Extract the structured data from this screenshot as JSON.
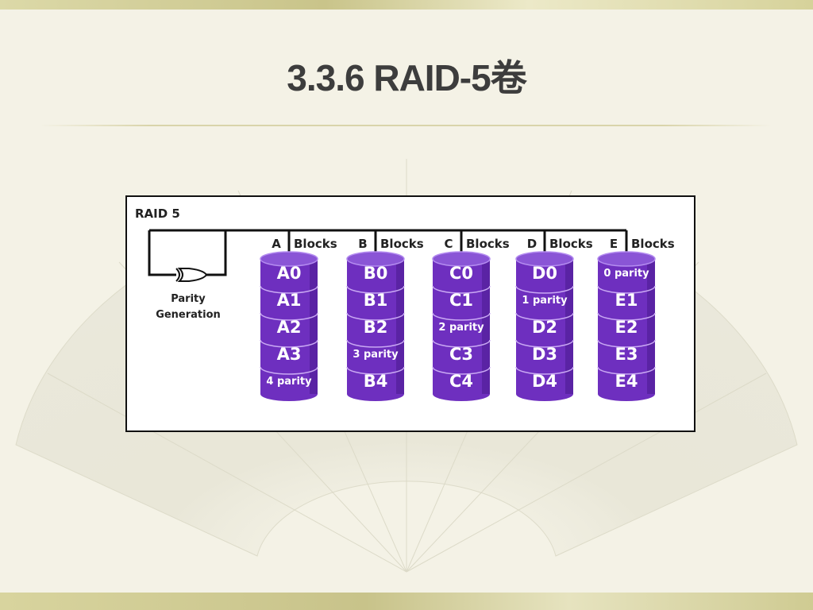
{
  "slide": {
    "title": "3.3.6 RAID-5卷"
  },
  "diagram": {
    "heading": "RAID 5",
    "parity_label_line1": "Parity",
    "parity_label_line2": "Generation",
    "disk_color": "#6e2fbf",
    "disks": [
      {
        "letter": "A",
        "label": "Blocks",
        "blocks": [
          "A0",
          "A1",
          "A2",
          "A3",
          "4 parity"
        ]
      },
      {
        "letter": "B",
        "label": "Blocks",
        "blocks": [
          "B0",
          "B1",
          "B2",
          "3 parity",
          "B4"
        ]
      },
      {
        "letter": "C",
        "label": "Blocks",
        "blocks": [
          "C0",
          "C1",
          "2 parity",
          "C3",
          "C4"
        ]
      },
      {
        "letter": "D",
        "label": "Blocks",
        "blocks": [
          "D0",
          "1 parity",
          "D2",
          "D3",
          "D4"
        ]
      },
      {
        "letter": "E",
        "label": "Blocks",
        "blocks": [
          "0 parity",
          "E1",
          "E2",
          "E3",
          "E4"
        ]
      }
    ]
  }
}
